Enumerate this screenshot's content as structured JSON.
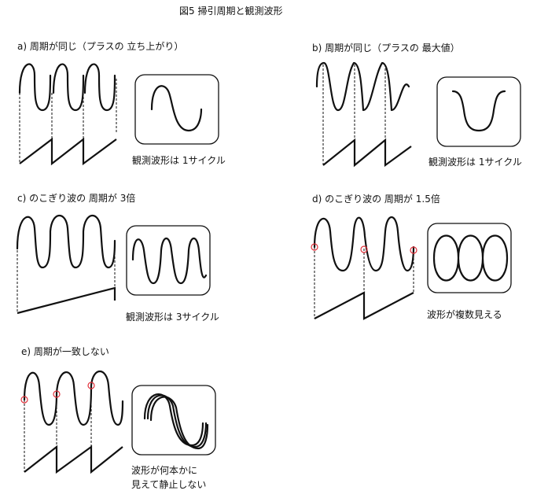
{
  "title": "図5  掃引周期と観測波形",
  "panels": {
    "a": {
      "heading": "a) 周期が同じ（プラスの 立ち上がり）",
      "caption": "観測波形は 1サイクル"
    },
    "b": {
      "heading": "b) 周期が同じ（プラスの 最大値）",
      "caption": "観測波形は 1サイクル"
    },
    "c": {
      "heading": "c) のこぎり波の 周期が 3倍",
      "caption": "観測波形は 3サイクル"
    },
    "d": {
      "heading": "d) のこぎり波の 周期が 1.5倍",
      "caption": "波形が複数見える"
    },
    "e": {
      "heading": "e) 周期が一致しない",
      "caption_line1": "波形が何本かに",
      "caption_line2": "見えて静止しない"
    }
  }
}
